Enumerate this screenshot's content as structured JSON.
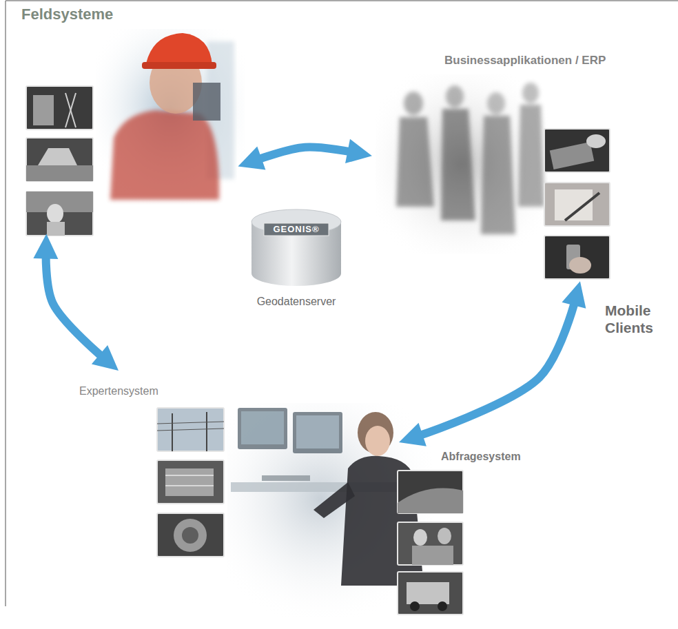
{
  "diagram": {
    "nodes": [
      {
        "text": [
          "Feldsysteme"
        ]
      },
      {
        "text": [
          "Businessapplikationen / ERP"
        ]
      },
      {
        "text": [
          "GEONIS®",
          "Geodatenserver"
        ]
      },
      {
        "text": [
          "Expertensystem"
        ]
      },
      {
        "text": [
          "Abfragesystem"
        ]
      }
    ],
    "edges": [
      {
        "from": 0,
        "to": 1,
        "arrow": "both"
      },
      {
        "from": 0,
        "to": 3,
        "arrow": "both"
      },
      {
        "from": 1,
        "to": 4,
        "arrow": "both"
      }
    ],
    "labels": [
      "Mobile Clients"
    ]
  }
}
